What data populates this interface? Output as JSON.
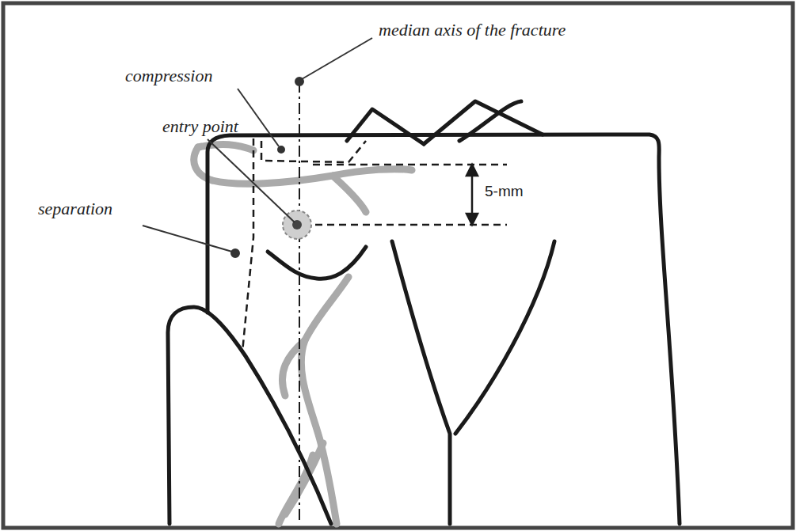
{
  "diagram": {
    "labels": [
      "median axis of the fracture",
      "compression",
      "entry point",
      "separation",
      "5-mm"
    ]
  }
}
